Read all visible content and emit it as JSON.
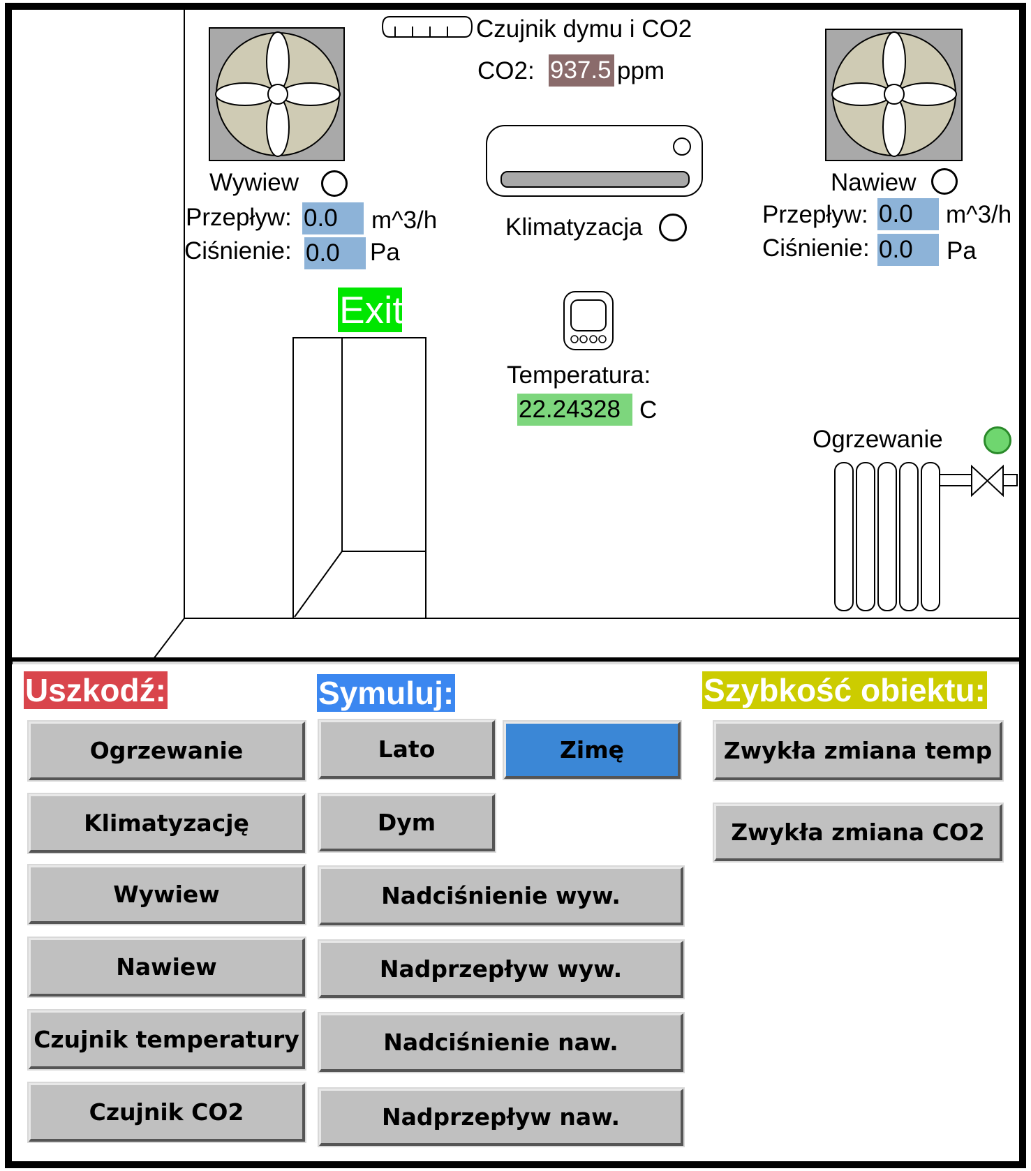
{
  "sensor": {
    "title": "Czujnik dymu i CO2",
    "co2_label": "CO2:",
    "co2_value": "937.5",
    "co2_unit": "ppm"
  },
  "exhaust": {
    "title": "Wywiew",
    "flow_label": "Przepływ:",
    "flow_value": "0.0",
    "flow_unit": "m^3/h",
    "pressure_label": "Ciśnienie:",
    "pressure_value": "0.0",
    "pressure_unit": "Pa",
    "on": false
  },
  "supply": {
    "title": "Nawiew",
    "flow_label": "Przepływ:",
    "flow_value": "0.0",
    "flow_unit": "m^3/h",
    "pressure_label": "Ciśnienie:",
    "pressure_value": "0.0",
    "pressure_unit": "Pa",
    "on": false
  },
  "ac": {
    "title": "Klimatyzacja",
    "on": false
  },
  "exit_sign": "Exit",
  "temperature": {
    "label": "Temperatura:",
    "value": "22.24328",
    "unit": "C"
  },
  "heating": {
    "title": "Ogrzewanie",
    "on": true
  },
  "controls": {
    "damage": {
      "title": "Uszkodź:",
      "color": "#d9454c",
      "buttons": [
        "Ogrzewanie",
        "Klimatyzację",
        "Wywiew",
        "Nawiew",
        "Czujnik temperatury",
        "Czujnik CO2"
      ]
    },
    "simulate": {
      "title": "Symuluj:",
      "color": "#3b87f0",
      "lato": "Lato",
      "zime": "Zimę",
      "dym": "Dym",
      "active": "zime",
      "buttons": [
        "Nadciśnienie wyw.",
        "Nadprzepływ wyw.",
        "Nadciśnienie naw.",
        "Nadprzepływ naw."
      ]
    },
    "speed": {
      "title": "Szybkość obiektu:",
      "color": "#cccc00",
      "buttons": [
        "Zwykła zmiana temp",
        "Zwykła zmiana CO2"
      ]
    }
  },
  "colors": {
    "value_blue": "#8db3d8",
    "co2_bg": "#8a6b6b",
    "temp_bg": "#7dd67d",
    "heating_on": "#6fd66f",
    "active_button": "#3b87d6"
  }
}
